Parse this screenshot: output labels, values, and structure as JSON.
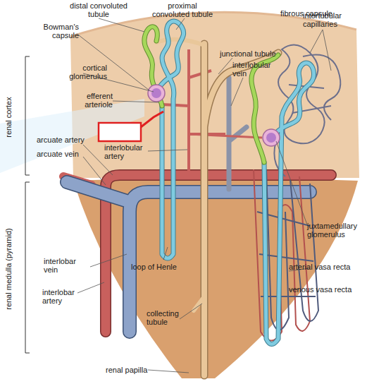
{
  "diagram": {
    "labels": [
      "distal convoluted tubule",
      "proximal convoluted tubule",
      "fibrous capsule",
      "Bowman's capsule",
      "junctional tubule",
      "intertubular capillaries",
      "cortical glomerulus",
      "interlobular vein",
      "efferent arteriole",
      "renal cortex",
      "arcuate artery",
      "arcuate vein",
      "interlobular artery",
      "juxtamedullary glomerulus",
      "renal medulla (pyramid)",
      "interlobar vein",
      "loop of Henle",
      "arterial vasa recta",
      "venous vasa recta",
      "interlobar artery",
      "collecting tubule",
      "renal papilla"
    ]
  }
}
